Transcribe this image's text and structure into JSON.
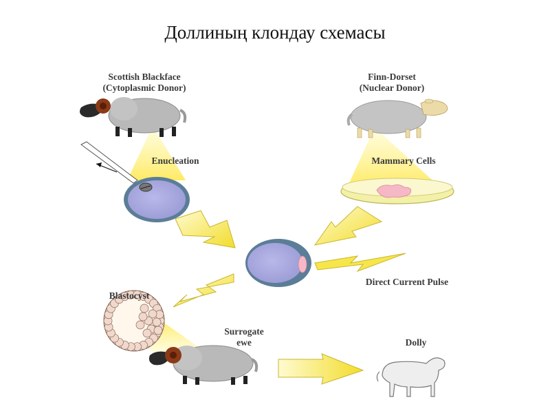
{
  "title": "Доллиның клондау схемасы",
  "labels": {
    "cyto_donor_line1": "Scottish Blackface",
    "cyto_donor_line2": "(Cytoplasmic Donor)",
    "nuclear_donor_line1": "Finn-Dorset",
    "nuclear_donor_line2": "(Nuclear Donor)",
    "enucleation": "Enucleation",
    "mammary_cells": "Mammary Cells",
    "direct_current_pulse": "Direct Current Pulse",
    "blastocyst": "Blastocyst",
    "surrogate_line1": "Surrogate",
    "surrogate_line2": "ewe",
    "dolly": "Dolly"
  },
  "colors": {
    "beam_yellow": "#fff27a",
    "arrow_yellow": "#f7e64a",
    "egg_fill": "#a9a9dd",
    "egg_rim": "#5b7d98",
    "sheep_body": "#b8b8b8",
    "sheep_head_dark": "#2a2a2a",
    "horn": "#8b3a17",
    "finn_head": "#ecdba8",
    "tissue_pink": "#f6b7c6",
    "dish": "#f3f0a8"
  }
}
